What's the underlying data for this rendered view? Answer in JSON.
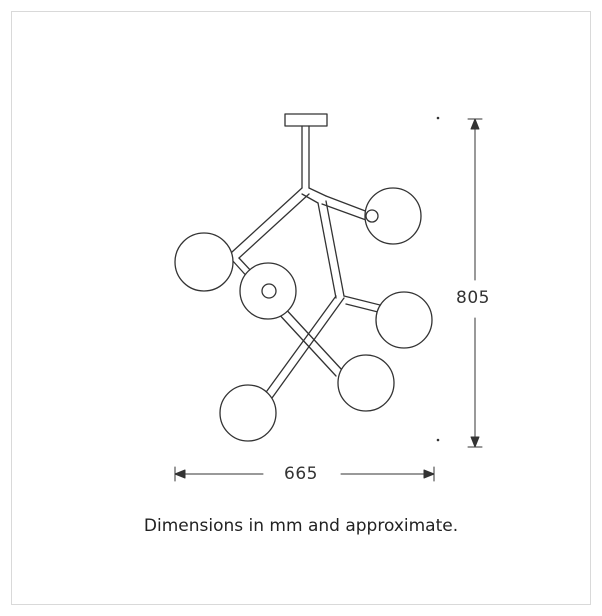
{
  "drawing": {
    "height_label": "805",
    "width_label": "665",
    "note": "Dimensions in mm and approximate."
  }
}
